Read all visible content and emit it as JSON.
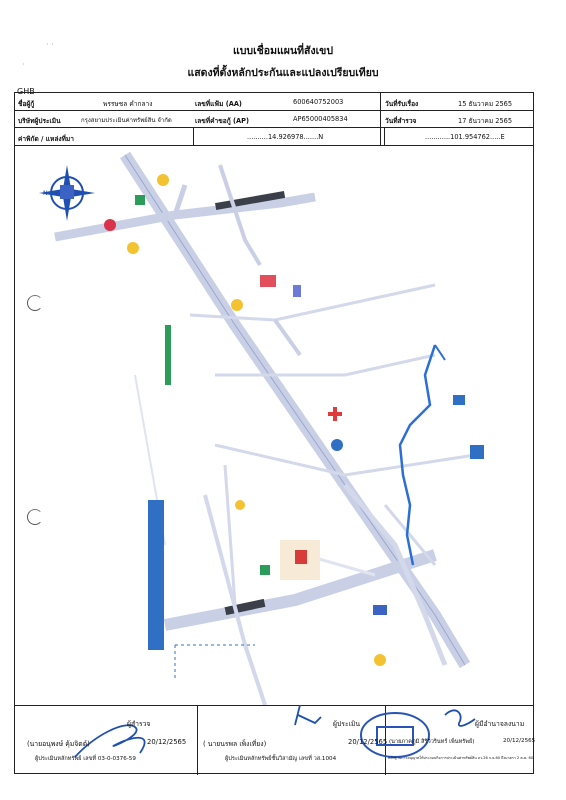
{
  "header": {
    "title_line1": "แบบเชื่อมแผนที่สังเขป",
    "title_line2": "แสดงที่ตั้งหลักประกันและแปลงเปรียบเทียบ",
    "org_code": "GHB"
  },
  "info": {
    "owner_label": "ชื่อผู้กู้",
    "owner_value": "พรรษชล  คำกลาง",
    "file_no_label": "เลขที่แฟ้ม (AA)",
    "file_no_value": "600640752003",
    "received_date_label": "วันที่รับเรื่อง",
    "received_date_value": "15 ธันวาคม 2565",
    "appraiser_company_label": "บริษัทผู้ประเมิน",
    "appraiser_company_value": "กรุงสยามประเมินค่าทรัพย์สิน จำกัด",
    "applicant_no_label": "เลขที่คำขอกู้ (AP)",
    "applicant_no_value": "AP65000405834",
    "survey_date_label": "วันที่สำรวจ",
    "survey_date_value": "17 ธันวาคม 2565",
    "coord_label": "ค่าพิกัด / แหล่งที่มา",
    "lat_value": "..........14.926978.......N",
    "lon_value": "............101.954762.....E"
  },
  "signatures": {
    "surveyor_title": "ผู้สำรวจ",
    "surveyor_name": "(นายอนุพงษ์  คุ้มจิตต์)",
    "surveyor_date": "20/12/2565",
    "surveyor_license": "ผู้ประเมินหลักทรัพย์ เลขที่ 03-0-0376-59",
    "appraiser_title": "ผู้ประเมิน",
    "appraiser_name": "( นายนรพล  เพ็งเที่ยง)",
    "appraiser_date": "20/12/2565",
    "appraiser_license": "ผู้ประเมินหลักทรัพย์ชั้นวิสามัญ  เลขที่ วส.1004",
    "authorizer_title": "ผู้มีอำนาจลงนาม",
    "authorizer_name": "(นายภาคภูมิ  สิริวิวรินทร์ เพ็นทรัพย์)",
    "authorizer_date": "20/12/2565",
    "footer_note": "หลักฐานการอนุญาตให้ประกอบกิจการประเมินค่าทรัพย์สิน ลว.26 ก.ย.60 ถึงมาตรา 2 ต.ค. 60"
  },
  "colors": {
    "road": "#c9d0e6",
    "river": "#2b6fd6",
    "blue_panel": "#2f6fc4",
    "ink": "#1f4fb0",
    "stamp": "#2a55b8"
  }
}
